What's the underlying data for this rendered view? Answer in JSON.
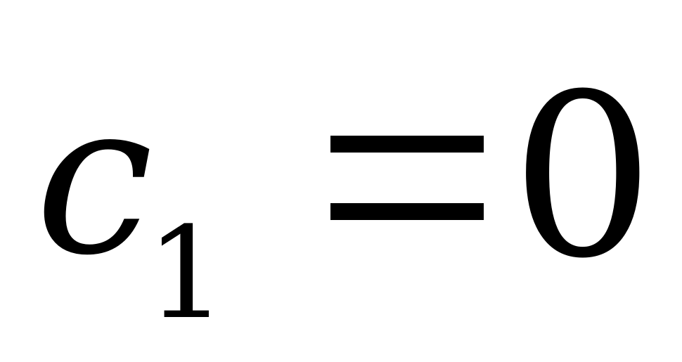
{
  "equation": {
    "variable": "c",
    "subscript": "1",
    "operator": "=",
    "value": "0"
  }
}
